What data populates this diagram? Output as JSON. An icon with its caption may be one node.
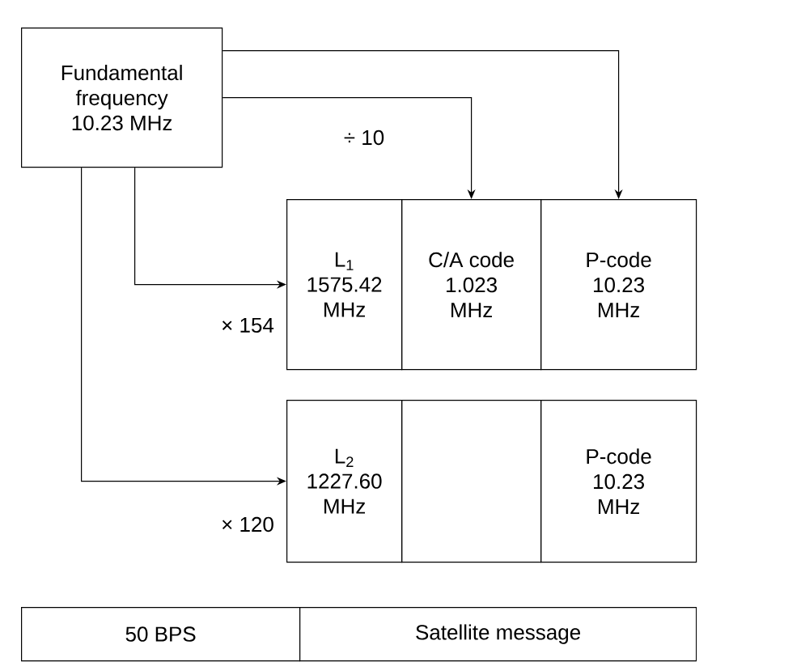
{
  "diagram": {
    "nodes": [
      {
        "text": [
          "Fundamental frequency 10.23 MHz"
        ]
      },
      {
        "text": [
          "L$_{1}$ 1575.42 MHz"
        ]
      },
      {
        "text": [
          "C/A code 1.023 MHz"
        ]
      },
      {
        "text": [
          "P-code 10.23 MHz"
        ]
      },
      {
        "text": [
          "L$_{2}$ 1227.60 MHz"
        ]
      },
      {
        "text": [],
        "shape": "box"
      },
      {
        "text": [
          "P-code 10.23 MHz"
        ]
      },
      {
        "text": [
          "50 BPS"
        ]
      },
      {
        "text": [
          "Satellite message"
        ]
      }
    ],
    "edges": [
      {
        "from": 0,
        "to": 2,
        "arrow": "to",
        "label": "÷ 10"
      },
      {
        "from": 0,
        "to": 3,
        "arrow": "to"
      },
      {
        "from": 0,
        "to": 1,
        "arrow": "to",
        "label": "× 154"
      },
      {
        "from": 0,
        "to": 4,
        "arrow": "to",
        "label": "× 120"
      }
    ]
  }
}
